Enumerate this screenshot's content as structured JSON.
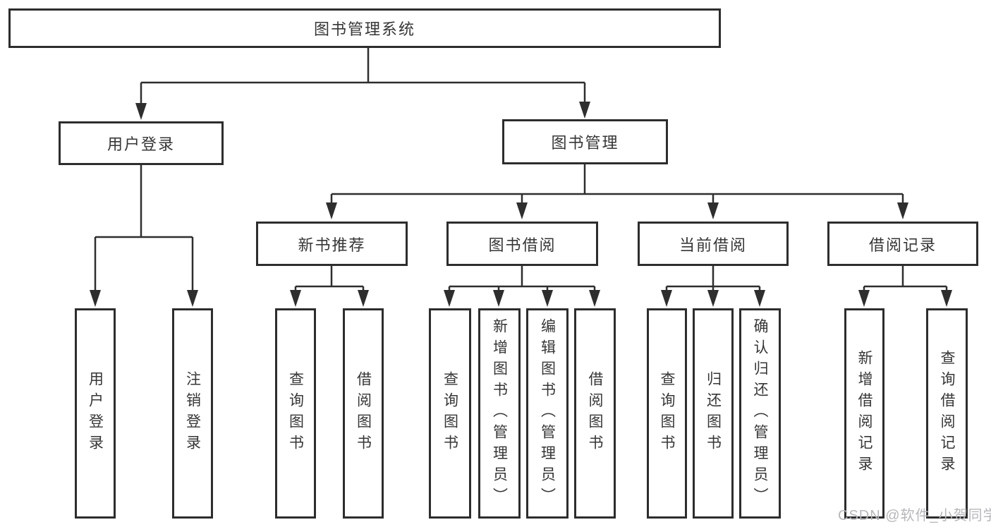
{
  "diagram": {
    "root": {
      "label": "图书管理系统"
    },
    "level2": [
      {
        "label": "用户登录"
      },
      {
        "label": "图书管理"
      }
    ],
    "level3": [
      {
        "label": "新书推荐"
      },
      {
        "label": "图书借阅"
      },
      {
        "label": "当前借阅"
      },
      {
        "label": "借阅记录"
      }
    ],
    "leaves": {
      "user_login": [
        {
          "label": "用户登录"
        },
        {
          "label": "注销登录"
        }
      ],
      "new_book": [
        {
          "label": "查询图书"
        },
        {
          "label": "借阅图书"
        }
      ],
      "book_borrow": [
        {
          "label": "查询图书"
        },
        {
          "label": "新增图书（管理员）"
        },
        {
          "label": "编辑图书（管理员）"
        },
        {
          "label": "借阅图书"
        }
      ],
      "current_borrow": [
        {
          "label": "查询图书"
        },
        {
          "label": "归还图书"
        },
        {
          "label": "确认归还（管理员）"
        }
      ],
      "borrow_record": [
        {
          "label": "新增借阅记录"
        },
        {
          "label": "查询借阅记录"
        }
      ]
    },
    "colors": {
      "border": "#2d2d2d",
      "line": "#2e2e2e",
      "text": "#363636",
      "watermark": "#b7b7bb",
      "background": "#ffffff"
    }
  },
  "watermark": {
    "text": "CSDN @软件_小贺同学"
  }
}
